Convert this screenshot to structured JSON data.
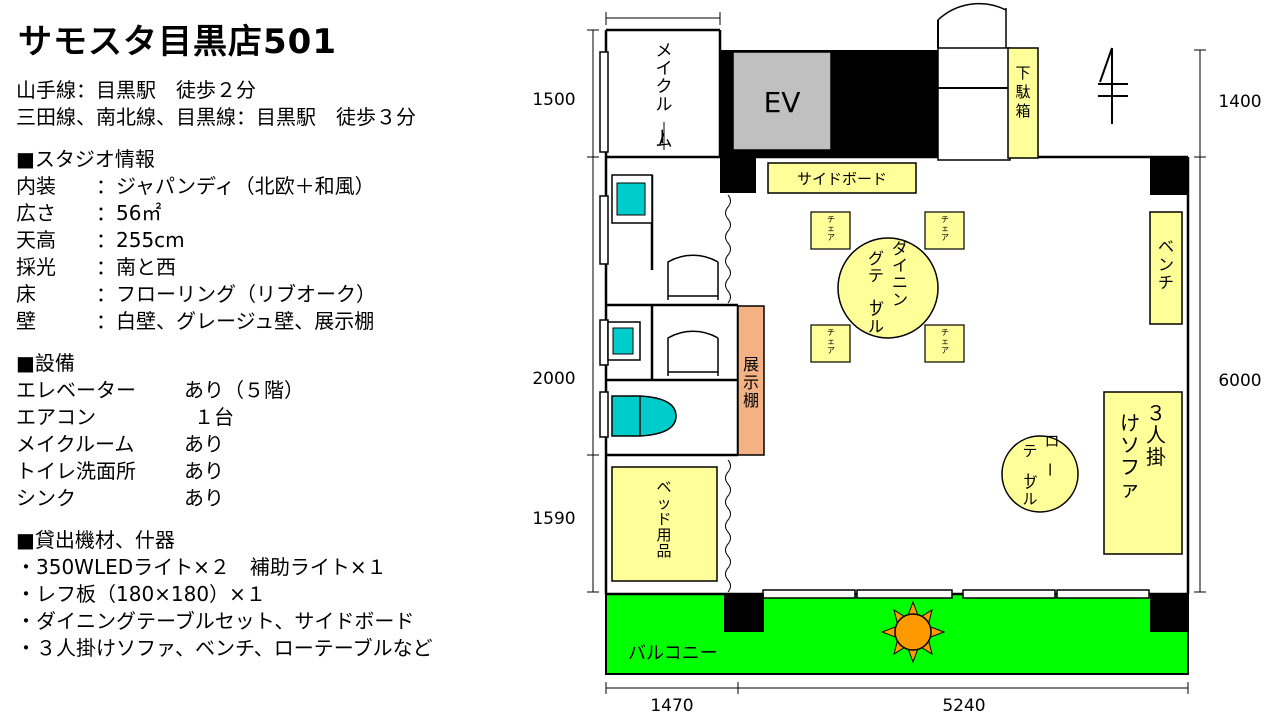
{
  "title": "サモスタ目黒店501",
  "access": [
    "山手線：目黒駅　徒歩２分",
    "三田線、南北線、目黒線：目黒駅　徒歩３分"
  ],
  "studio": {
    "heading": "■スタジオ情報",
    "rows": [
      {
        "label": "内装",
        "value": "ジャパンディ（北欧＋和風）"
      },
      {
        "label": "広さ",
        "value": "56㎡"
      },
      {
        "label": "天高",
        "value": "255cm"
      },
      {
        "label": "採光",
        "value": "南と西"
      },
      {
        "label": "床",
        "value": "フローリング（リブオーク）"
      },
      {
        "label": "壁",
        "value": "白壁、グレージュ壁、展示棚"
      }
    ]
  },
  "equipment": {
    "heading": "■設備",
    "rows": [
      {
        "label": "エレベーター",
        "value": "あり（５階）"
      },
      {
        "label": "エアコン",
        "value": "１台"
      },
      {
        "label": "メイクルーム",
        "value": "あり"
      },
      {
        "label": "トイレ洗面所",
        "value": "あり"
      },
      {
        "label": "シンク",
        "value": "あり"
      }
    ]
  },
  "rental": {
    "heading": "■貸出機材、什器",
    "items": [
      "・350WLEDライト×２　補助ライト×１",
      "・レフ板（180×180）×１",
      "・ダイニングテーブルセット、サイドボード",
      "・３人掛けソファ、ベンチ、ローテーブルなど"
    ]
  },
  "plan": {
    "dims": {
      "left_top": "1500",
      "left_mid": "2000",
      "left_bottom": "1590",
      "right_top": "1400",
      "right_main": "6000",
      "bottom_left": "1470",
      "bottom_right": "5240"
    },
    "labels": {
      "makeup": "メイクルーム",
      "ev": "EV",
      "shoe_box": "下駄箱",
      "sideboard": "サイドボード",
      "chair": "チェア",
      "dining_table": "ダイニングテーブル",
      "bench": "ベンチ",
      "shelf": "展示棚",
      "bed": "ベッド用品",
      "low_table": "ローテーブル",
      "sofa": "３人掛けソファ",
      "balcony": "バルコニー"
    },
    "colors": {
      "furniture": "#ffff99",
      "balcony": "#00ff00",
      "ev": "#c0c0c0",
      "fixture": "#00cccc",
      "shelf": "#f4b183",
      "sun": "#ff9900"
    }
  }
}
